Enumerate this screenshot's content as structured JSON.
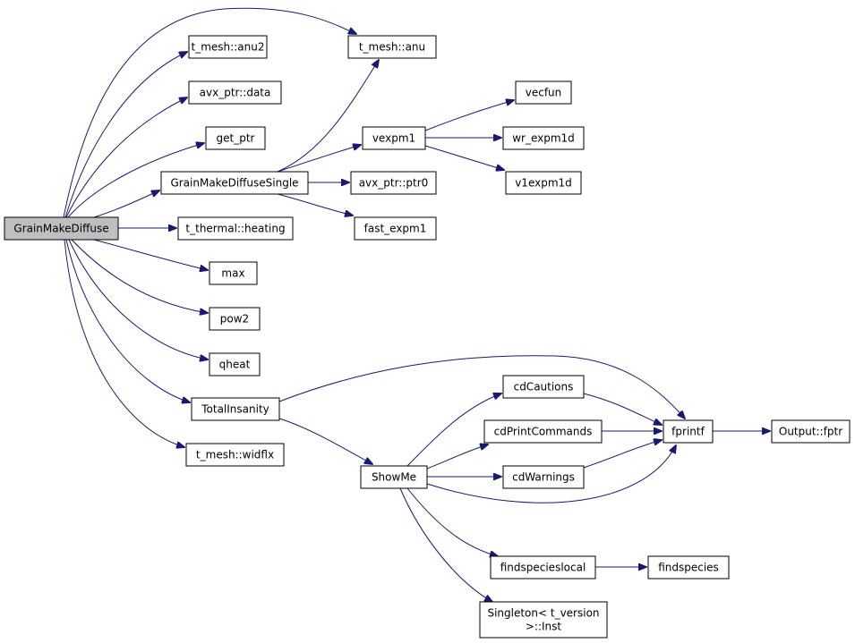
{
  "graph": {
    "edge_color": "#191970",
    "root_fill": "#bfbfbf",
    "nodes": {
      "grainmakediffuse": [
        "GrainMakeDiffuse"
      ],
      "anu2": [
        "t_mesh::anu2"
      ],
      "anu": [
        "t_mesh::anu"
      ],
      "data": [
        "avx_ptr::data"
      ],
      "get_ptr": [
        "get_ptr"
      ],
      "gmds": [
        "GrainMakeDiffuseSingle"
      ],
      "heating": [
        "t_thermal::heating"
      ],
      "max": [
        "max"
      ],
      "pow2": [
        "pow2"
      ],
      "qheat": [
        "qheat"
      ],
      "totalinsanity": [
        "TotalInsanity"
      ],
      "widflx": [
        "t_mesh::widflx"
      ],
      "vexpm1": [
        "vexpm1"
      ],
      "ptr0": [
        "avx_ptr::ptr0"
      ],
      "fast_expm1": [
        "fast_expm1"
      ],
      "vecfun": [
        "vecfun"
      ],
      "wr_expm1d": [
        "wr_expm1d"
      ],
      "v1expm1d": [
        "v1expm1d"
      ],
      "showme": [
        "ShowMe"
      ],
      "cdcautions": [
        "cdCautions"
      ],
      "cdprintcommands": [
        "cdPrintCommands"
      ],
      "cdwarnings": [
        "cdWarnings"
      ],
      "fprintf": [
        "fprintf"
      ],
      "fptr": [
        "Output::fptr"
      ],
      "findspecieslocal": [
        "findspecieslocal"
      ],
      "findspecies": [
        "findspecies"
      ],
      "singleton": [
        "Singleton< t_version",
        ">::Inst"
      ]
    },
    "edges": [
      [
        "grainmakediffuse",
        "anu"
      ],
      [
        "grainmakediffuse",
        "anu2"
      ],
      [
        "grainmakediffuse",
        "data"
      ],
      [
        "grainmakediffuse",
        "get_ptr"
      ],
      [
        "grainmakediffuse",
        "gmds"
      ],
      [
        "grainmakediffuse",
        "heating"
      ],
      [
        "grainmakediffuse",
        "max"
      ],
      [
        "grainmakediffuse",
        "pow2"
      ],
      [
        "grainmakediffuse",
        "qheat"
      ],
      [
        "grainmakediffuse",
        "totalinsanity"
      ],
      [
        "grainmakediffuse",
        "widflx"
      ],
      [
        "gmds",
        "anu"
      ],
      [
        "gmds",
        "vexpm1"
      ],
      [
        "gmds",
        "ptr0"
      ],
      [
        "gmds",
        "fast_expm1"
      ],
      [
        "vexpm1",
        "vecfun"
      ],
      [
        "vexpm1",
        "wr_expm1d"
      ],
      [
        "vexpm1",
        "v1expm1d"
      ],
      [
        "totalinsanity",
        "fprintf"
      ],
      [
        "totalinsanity",
        "showme"
      ],
      [
        "showme",
        "cdcautions"
      ],
      [
        "showme",
        "cdprintcommands"
      ],
      [
        "showme",
        "cdwarnings"
      ],
      [
        "showme",
        "fprintf"
      ],
      [
        "showme",
        "findspecieslocal"
      ],
      [
        "showme",
        "singleton"
      ],
      [
        "cdcautions",
        "fprintf"
      ],
      [
        "cdprintcommands",
        "fprintf"
      ],
      [
        "cdwarnings",
        "fprintf"
      ],
      [
        "fprintf",
        "fptr"
      ],
      [
        "findspecieslocal",
        "findspecies"
      ]
    ]
  }
}
